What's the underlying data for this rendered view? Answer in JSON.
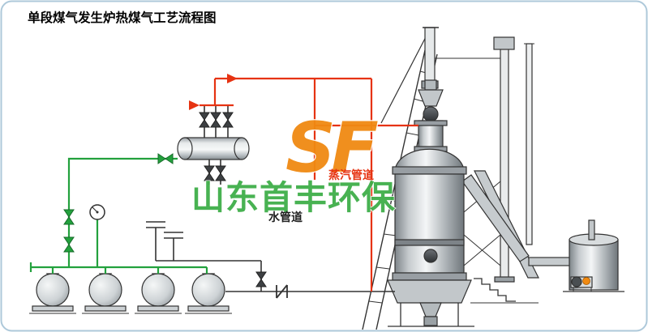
{
  "title": "单段煤气发生炉热煤气工艺流程图",
  "watermark": {
    "logo_text": "SF",
    "company_text": "山东首丰环保"
  },
  "pipe_labels": {
    "steam": "蒸汽管道",
    "water": "水管道"
  },
  "colors": {
    "steam_pipe_red": "#e63312",
    "water_pipe_green": "#23a13d",
    "equipment_outline": "#333333",
    "logo_orange": "#f08a12",
    "company_green": "#3fae49",
    "frame_border": "#aec9da",
    "background": "#ffffff"
  }
}
